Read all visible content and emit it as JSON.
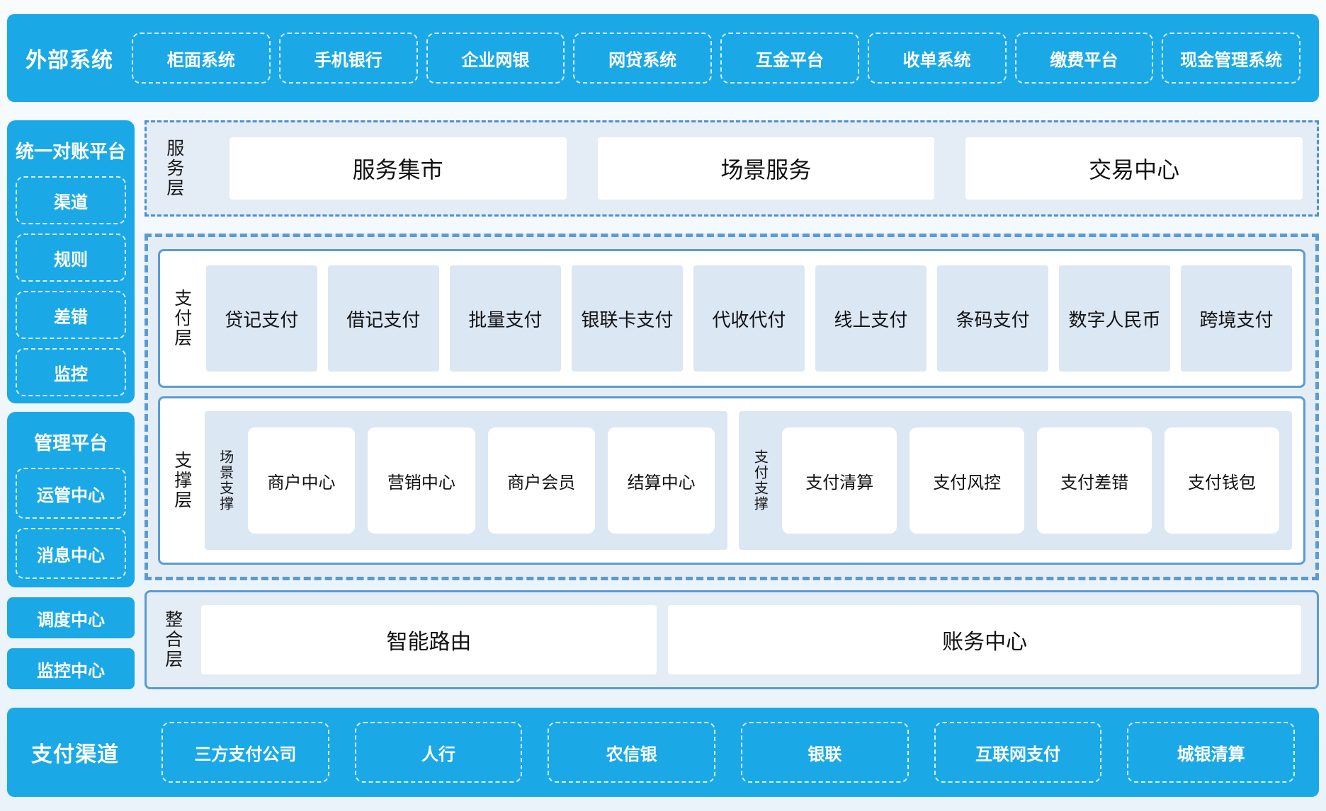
{
  "colors": {
    "brand_blue": "#1aa9e6",
    "panel_border_blue": "#5b9bd5",
    "panel_bg": "#e4edf6",
    "item_bg": "#dce7f4"
  },
  "top_bar": {
    "title": "外部系统",
    "items": [
      "柜面系统",
      "手机银行",
      "企业网银",
      "网贷系统",
      "互金平台",
      "收单系统",
      "缴费平台",
      "现金管理系统"
    ]
  },
  "sidebar": {
    "reconciliation": {
      "title": "统一对账平台",
      "items": [
        "渠道",
        "规则",
        "差错",
        "监控"
      ]
    },
    "management": {
      "title": "管理平台",
      "items": [
        "运管中心",
        "消息中心"
      ]
    },
    "standalone": [
      "调度中心",
      "监控中心"
    ]
  },
  "main": {
    "service_layer": {
      "label": "服务层",
      "items": [
        "服务集市",
        "场景服务",
        "交易中心"
      ]
    },
    "payment_layer": {
      "label": "支付层",
      "items": [
        "贷记支付",
        "借记支付",
        "批量支付",
        "银联卡支付",
        "代收代付",
        "线上支付",
        "条码支付",
        "数字人民币",
        "跨境支付"
      ]
    },
    "support_layer": {
      "label": "支撑层",
      "groups": [
        {
          "label": "场景支撑",
          "items": [
            "商户中心",
            "营销中心",
            "商户会员",
            "结算中心"
          ]
        },
        {
          "label": "支付支撑",
          "items": [
            "支付清算",
            "支付风控",
            "支付差错",
            "支付钱包"
          ]
        }
      ]
    },
    "integration_layer": {
      "label": "整合层",
      "items": [
        "智能路由",
        "账务中心"
      ]
    }
  },
  "bottom_bar": {
    "title": "支付渠道",
    "items": [
      "三方支付公司",
      "人行",
      "农信银",
      "银联",
      "互联网支付",
      "城银清算"
    ]
  }
}
